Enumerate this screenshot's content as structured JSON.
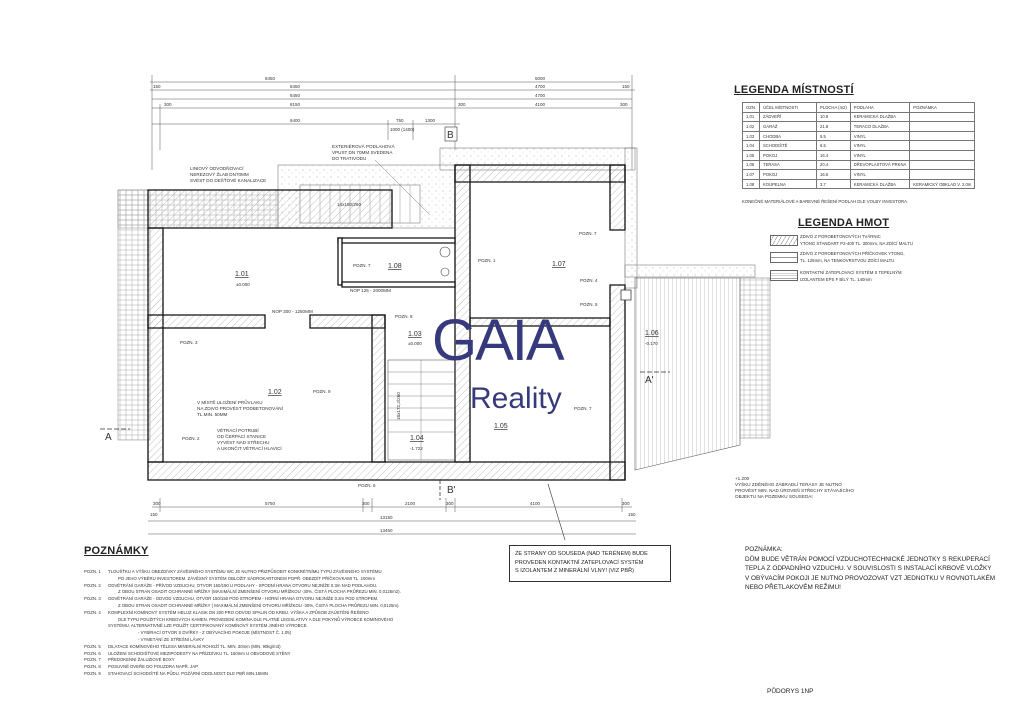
{
  "drawing": {
    "title": "PŮDORYS 1NP",
    "logo": {
      "line1": "GAIA",
      "line2": "Reality",
      "color": "#363a7c"
    },
    "dimensions_top": {
      "row0": [
        "8450",
        "5000"
      ],
      "row1": [
        "150",
        "8450",
        "4700",
        "150"
      ],
      "row2": [
        "8450",
        "4700"
      ],
      "row3": [
        "300",
        "8150",
        "300",
        "4100",
        "300"
      ],
      "row4": [
        "6400",
        "750",
        "1300",
        "1000 (1400)"
      ]
    },
    "dimensions_bottom": {
      "row1": [
        "300",
        "5750",
        "300",
        "2100",
        "300",
        "4100",
        "300"
      ],
      "row2": [
        "150",
        "13150",
        "150"
      ],
      "row3": "13450"
    },
    "rooms": [
      {
        "id": "1.01",
        "level": "±0.000"
      },
      {
        "id": "1.02",
        "level": ""
      },
      {
        "id": "1.03",
        "level": "±0.000"
      },
      {
        "id": "1.04",
        "level": "-1.722"
      },
      {
        "id": "1.05",
        "level": ""
      },
      {
        "id": "1.06",
        "level": "-0.170"
      },
      {
        "id": "1.07",
        "level": ""
      },
      {
        "id": "1.08",
        "level": ""
      }
    ],
    "section_marks": {
      "a": "A",
      "a2": "A'",
      "b": "B",
      "b2": "B'"
    },
    "callouts": {
      "pozn1": "POZN. 1",
      "pozn2": "POZN. 2",
      "pozn3": "POZN. 3",
      "pozn4": "POZN. 4",
      "pozn5": "POZN. 5",
      "pozn6": "POZN. 6",
      "pozn7a": "POZN. 7",
      "pozn7b": "POZN. 7",
      "pozn7c": "POZN. 7",
      "pozn8": "POZN. 8",
      "pozn9": "POZN. 9"
    },
    "annotations": {
      "drain": [
        "EXTERIÉROVÁ PODLAHOVÁ",
        "VPUST DN 70MM SVEDENA",
        "DO TRATIVODU"
      ],
      "linear_drain": [
        "LINIOVÝ ODVODŇOVACÍ",
        "NEREZOVÝ ŽLAB DN70MM",
        "SVÉST DO DEŠŤOVÉ KANALIZACE"
      ],
      "lintel": [
        "V MÍSTĚ ULOŽENÍ PRŮVLAKU",
        "NA ZDIVO PROVÉST PODBETONOVÁNÍ",
        "TL.MIN. 50MM"
      ],
      "vent": [
        "VĚTRACÍ POTRUBÍ",
        "OD ČERPACÍ STANICE",
        "VYVÉST NAD STŘECHU",
        "A UKONČIT VĚTRACÍ HLAVICÍ"
      ],
      "stairs_top": "14x180/260",
      "stairs_main": "18x172,2/260",
      "window_a": "NOP 300 - 1250MM",
      "window_b": "NOP 125 - 2000MM",
      "railing": [
        "VÝŠKU ZDĚNÉHO ZÁBRADLÍ TERASY JE NUTNO",
        "PROVÉST MIN. NAD ÚROVEŇ STŘECHY STÁVAJÍCÍHO",
        "OBJEKTU NA POZEMKU SOUSEDA!"
      ],
      "railing_level": "+1.200"
    }
  },
  "legend_rooms": {
    "title": "LEGENDA MÍSTNOSTÍ",
    "headers": [
      "OZN.",
      "ÚČEL MÍSTNOSTI",
      "PLOCHA (m2)",
      "PODLAHA",
      "POZNÁMKA"
    ],
    "rows": [
      [
        "1.01",
        "ZÁDVEŘÍ",
        "10.8",
        "KERAMICKÁ DLAŽBA",
        ""
      ],
      [
        "1.02",
        "GARÁŽ",
        "21.8",
        "TERACO DLAŽBA",
        ""
      ],
      [
        "1.03",
        "CHODBA",
        "5.5",
        "VINYL",
        ""
      ],
      [
        "1.04",
        "SCHODIŠTĚ",
        "6.5",
        "VINYL",
        ""
      ],
      [
        "1.05",
        "POKOJ",
        "16.4",
        "VINYL",
        ""
      ],
      [
        "1.06",
        "TERASA",
        "20.4",
        "DŘEVOPLASTOVÁ PRKNA",
        ""
      ],
      [
        "1.07",
        "POKOJ",
        "16.6",
        "VINYL",
        ""
      ],
      [
        "1.08",
        "KOUPELNA",
        "3.7",
        "KERAMICKÁ DLAŽBA",
        "KERAMICKÝ OBKLAD V. 2.0m"
      ]
    ],
    "footnote": "KONEČNÉ MATERIÁLOVÉ A BAREVNÉ ŘEŠENÍ PODLAH DLE VOLBY INVESTORA."
  },
  "legend_materials": {
    "title": "LEGENDA HMOT",
    "items": [
      {
        "line1": "ZDIVO Z POROBETONOVÝCH TVÁRNIC",
        "line2": "YTONG STANDART P2-400 TL. 300mm, NA ZDÍCÍ MALTU"
      },
      {
        "line1": "ZDIVO Z POROBETONOVÝCH PŘÍČKOVEK YTONG,",
        "line2": "TL. 125mm, NA TENKOVRSTVOU ZDÍCÍ MALTU"
      },
      {
        "line1": "KONTAKTNÍ ZATEPLOVACÍ SYSTÉM S TEPELNÝM",
        "line2": "IZOLANTEM EPS F BÍLÝ TL. 140mm"
      }
    ]
  },
  "notes": {
    "title": "POZNÁMKY",
    "items": [
      {
        "key": "POZN. 1",
        "lines": [
          "TLOUŠŤKU A VÝŠKU OBEZDÍVKY ZÁVĚSNÉHO SYSTÉMU WC JE NUTNO PŘIZPŮSOBIT KONKRÉTNÍMU TYPU ZÁVĚSNÉHO SYSTÉMU",
          "PO JEHO VÝBĚRU INVESTOREM. ZÁVĚSNÝ SYSTÉM OBLOŽIT SÁDROKARTONEM POPŘ. OBEZDÍT PŘÍČKOVKAMI TL. 100mm"
        ]
      },
      {
        "key": "POZN. 2",
        "lines": [
          "ODVĚTRÁNÍ GARÁŽE - PŘÍVOD VZDUCHU, OTVOR 150/150 U PODLAHY - SPODNÍ HRANA OTVORU NEJNÍŽE 0.3m NAD PODLAHOU.",
          "Z OBOU STRAN OSADIT OCHRANNÉ MŘÍŽKY (MAXIMÁLNÍ ZMENŠENÍ OTVORU MŘÍŽKOU -30%, ČISTÁ PLOCHA PRŮŘEZU MIN. 0,0125m2)."
        ]
      },
      {
        "key": "POZN. 3",
        "lines": [
          "ODVĚTRÁNÍ GARÁŽE - ODVOD VZDUCHU, OTVOR 150/150 POD STROPEM - HORNÍ HRANA OTVORU NEJNÍŽE 0.3m POD STROPEM.",
          "Z OBOU STRAN OSADIT OCHRANNÉ MŘÍŽKY ( MAXIMÁLNÍ ZMENŠENÍ OTVORU MŘÍŽKOU -30%, ČISTÁ PLOCHA PRŮŘEZU MIN. 0,0125m)."
        ]
      },
      {
        "key": "POZN. 4",
        "lines": [
          "KOMPLEXNÍ KOMÍNOVÝ SYSTÉM HELUZ KLASIK DN 200 PRO ODVOD SPALIN OD KRBU. VÝŠKA A ZPŮSOB ZAÚSTĚNÍ ŘEŠENO",
          "DLE TYPU POUŽITÝCH KRBOVÝCH KAMEN. PROVEDENÍ KOMÍNA DLE PLATNÉ LEGISLATIVY A DLE POKYNŮ VÝROBCE KOMÍNOVÉHO",
          "SYSTÉMU. ALTERNATIVNĚ LZE POUŽÍT CERTIFIKOVANÝ KOMÍNOVÝ SYSTÉM JINÉHO VÝROBCE.",
          "        - VYBÍRACÍ OTVOR S DVÍŘKY - Z OBÝVACÍHO POKOJE (MÍSTNOST Č. 1.05)",
          "        - VYMETÁNÍ ZE STŘEŠNÍ LÁVKY"
        ]
      },
      {
        "key": "POZN. 5",
        "lines": [
          "DILATACE KOMÍNOVÉHO TĚLESA MINERÁLNÍ ROHOŽÍ TL. MIN. 30mm (MIN. 90kg/m3)"
        ]
      },
      {
        "key": "POZN. 6",
        "lines": [
          "ULOŽENÍ SCHODIŠŤOVÉ MEZIPODESTY NA PŘÍZDÍVKU TL. 150mm U OBVODOVÉ STĚNY"
        ]
      },
      {
        "key": "POZN. 7",
        "lines": [
          "PŘEDOKENNÍ ŽALUZIOVÉ BOXY"
        ]
      },
      {
        "key": "POZN. 8",
        "lines": [
          "POSUVNÉ DVEŘE DO POUZDRA NAPŘ. JAP"
        ]
      },
      {
        "key": "POZN. 9",
        "lines": [
          "STAHOVACÍ SCHODIŠTĚ NA PŮDU, POŽÁRNÍ ODOLNOST DLE PBŘ MIN.15MIN"
        ]
      }
    ]
  },
  "neighbor_note": [
    "ZE STRANY OD SOUSEDA (NAD TERÉNEM) BUDE",
    "PROVEDEN KONTAKTNÍ ZATEPLOVACÍ SYSTÉM",
    "S IZOLANTEM Z MINERÁLNÍ VLNY!  (VIZ PBŘ)"
  ],
  "ventilation_note": {
    "title": "POZNÁMKA:",
    "lines": [
      "DŮM BUDE VĚTRÁN POMOCÍ VZDUCHOTECHNICKÉ JEDNOTKY S REKUPERACÍ",
      "TEPLA Z ODPADNÍHO VZDUCHU. V SOUVISLOSTI S INSTALACÍ KRBOVÉ VLOŽKY",
      "V OBÝVACÍM POKOJI JE NUTNO PROVOZOVAT VZT JEDNOTKU V ROVNOTLAKÉM",
      "NEBO PŘETLAKOVÉM REŽIMU!"
    ]
  }
}
